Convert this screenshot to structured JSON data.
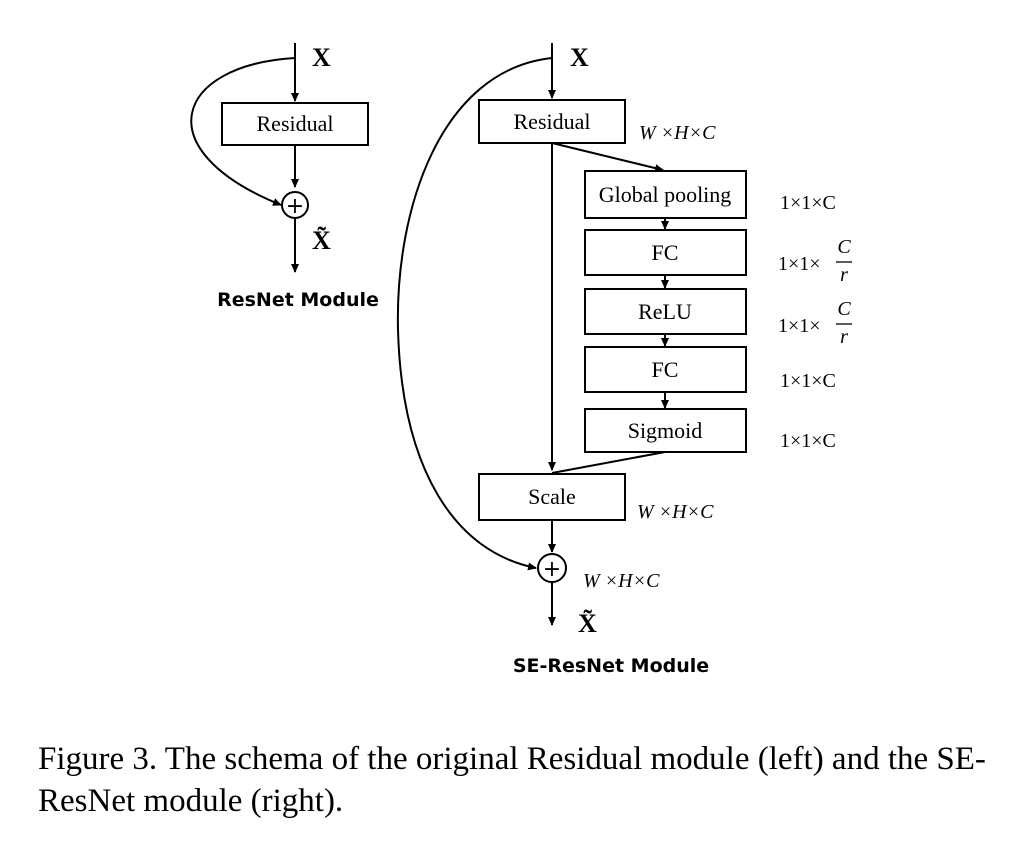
{
  "resnet": {
    "input_label": "X",
    "residual_label": "Residual",
    "add_symbol": "+",
    "output_label": "X̃",
    "title": "ResNet Module"
  },
  "se_resnet": {
    "input_label": "X",
    "residual_label": "Residual",
    "residual_dim": "W ×H×C",
    "global_pooling_label": "Global pooling",
    "global_pooling_dim": "1×1×C",
    "fc1_label": "FC",
    "fc1_dim_prefix": "1×1×",
    "fc1_dim_num": "C",
    "fc1_dim_den": "r",
    "relu_label": "ReLU",
    "relu_dim_prefix": "1×1×",
    "relu_dim_num": "C",
    "relu_dim_den": "r",
    "fc2_label": "FC",
    "fc2_dim": "1×1×C",
    "sigmoid_label": "Sigmoid",
    "sigmoid_dim": "1×1×C",
    "scale_label": "Scale",
    "scale_dim": "W ×H×C",
    "add_symbol": "+",
    "add_dim": "W ×H×C",
    "output_label": "X̃",
    "title": "SE-ResNet Module"
  },
  "caption": "Figure 3. The schema of the original Residual module (left) and the SE-ResNet module (right)."
}
